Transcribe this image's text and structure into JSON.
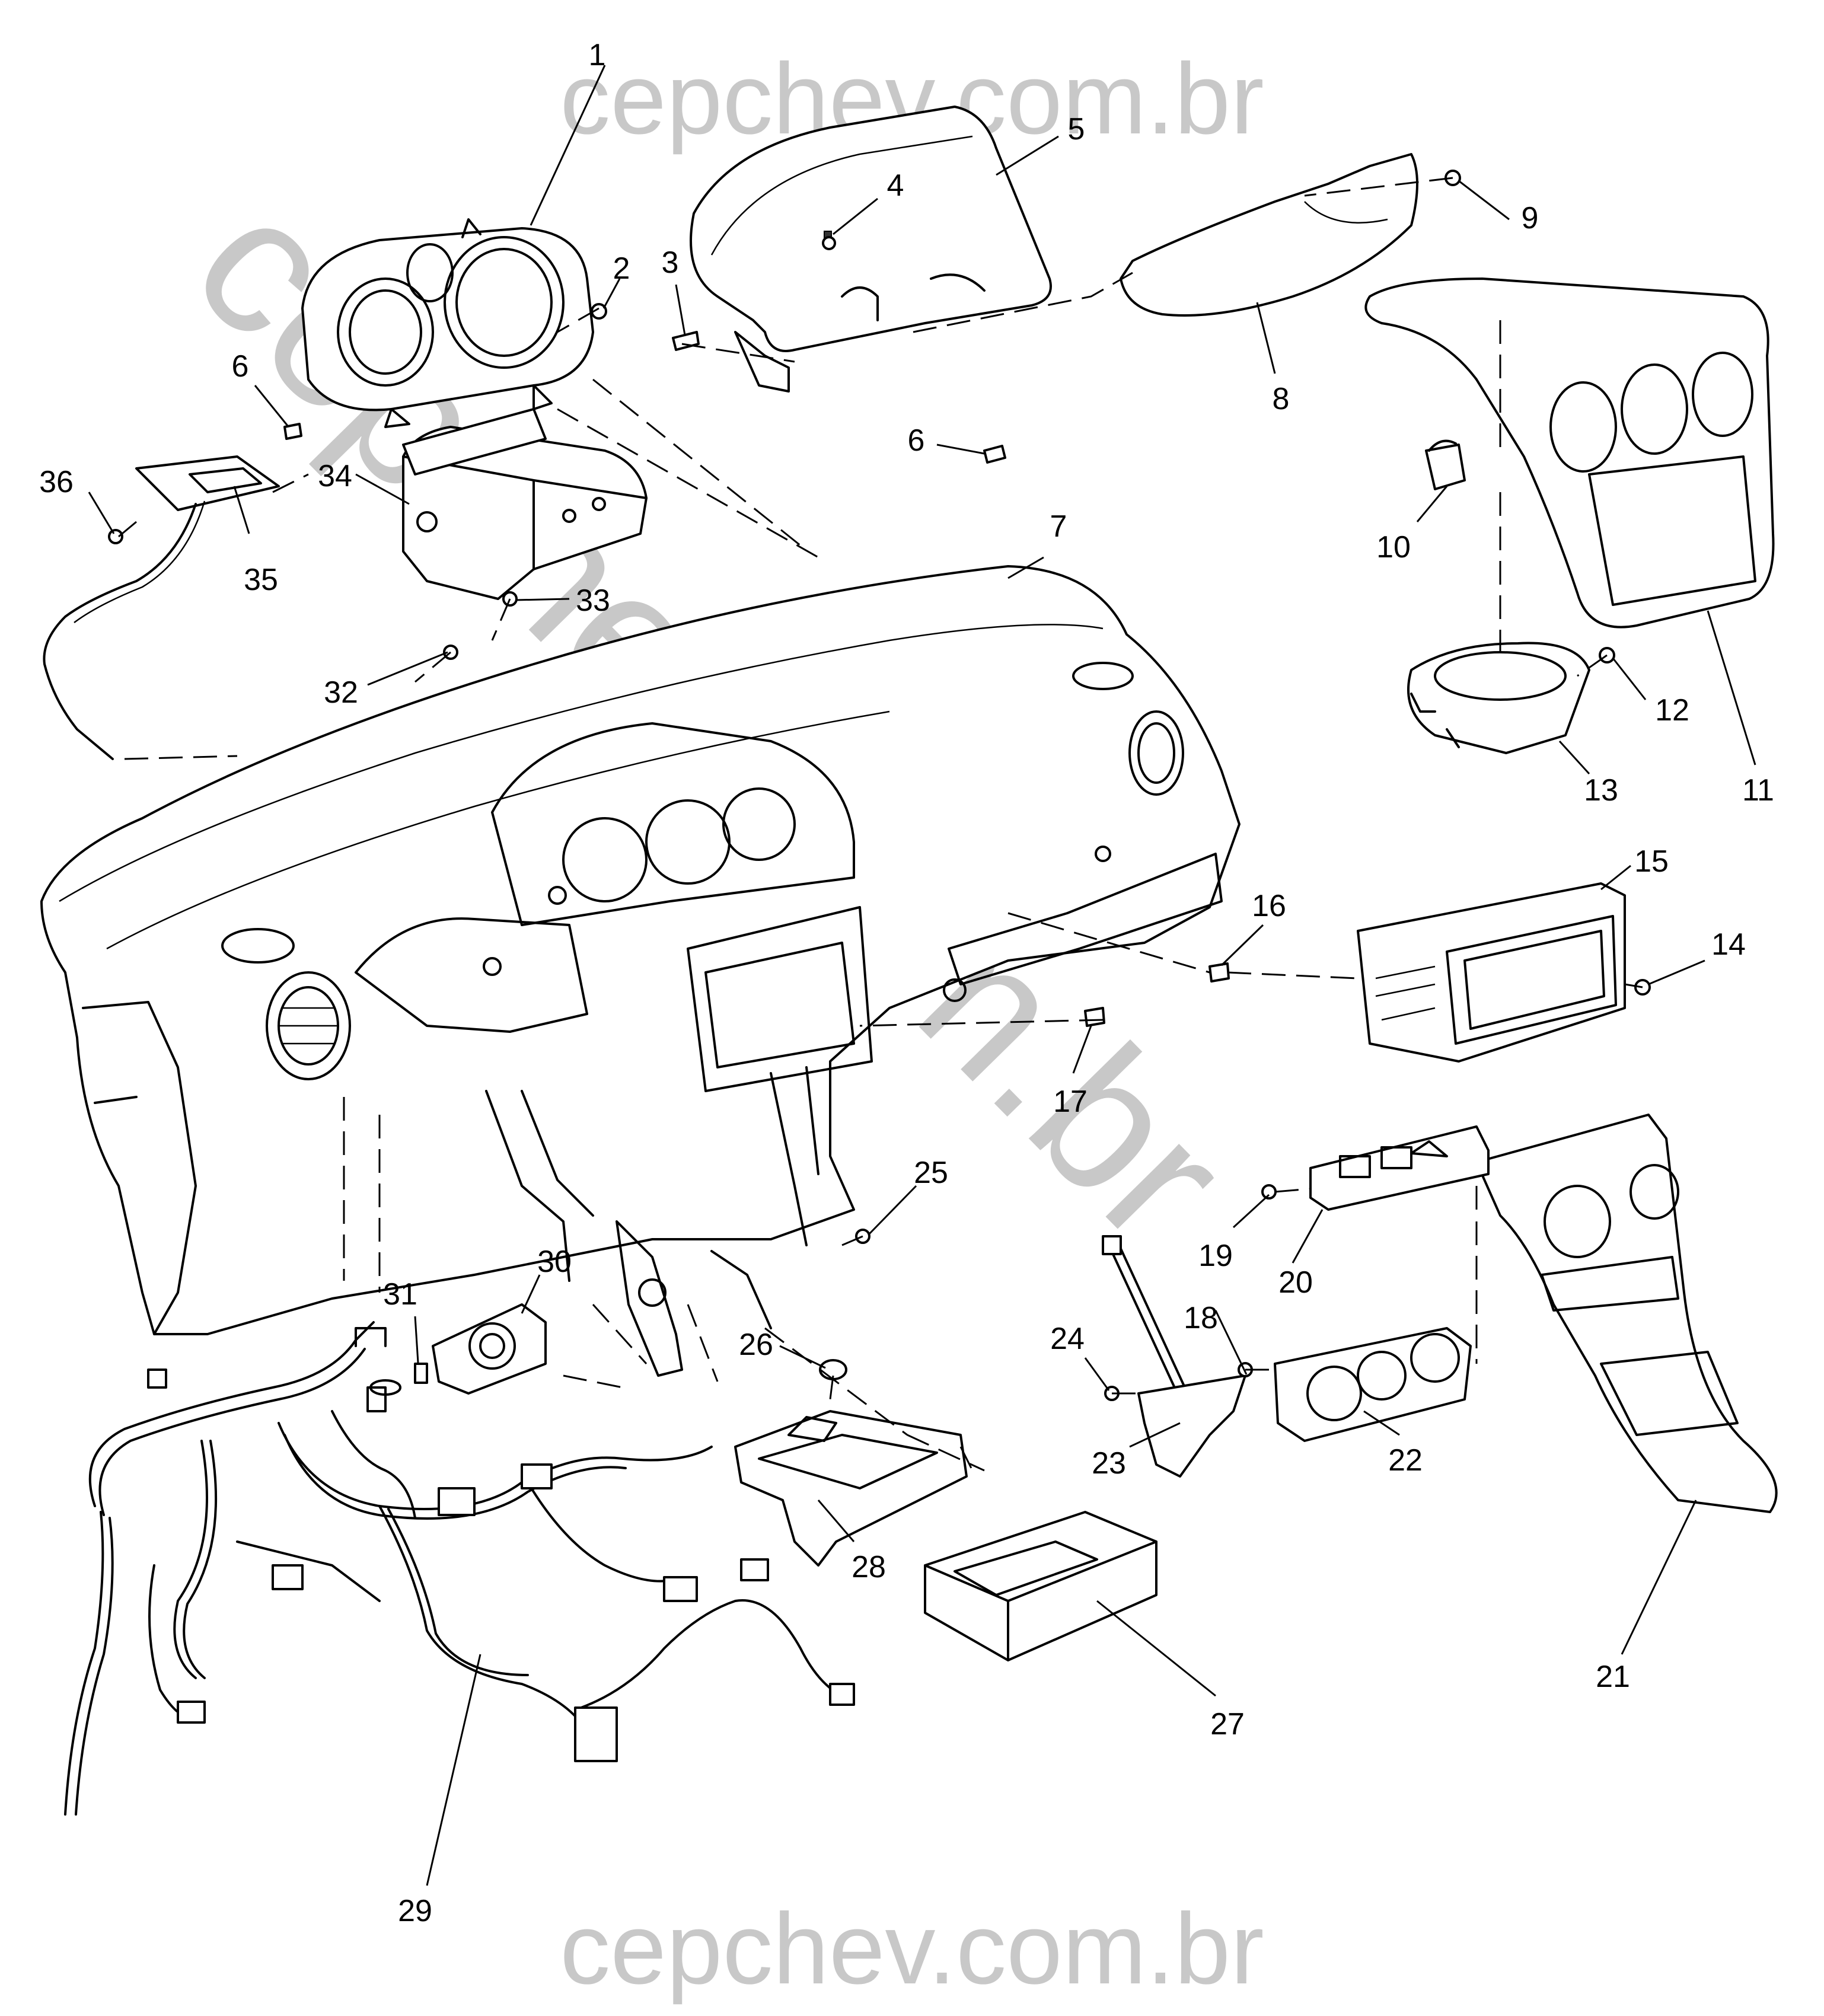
{
  "watermark": {
    "top": "cepchev.com.br",
    "bottom": "cepchev.com.br",
    "diagonal": "cepchev.com.br",
    "color": "#c8c8c8"
  },
  "callouts": [
    "1",
    "2",
    "3",
    "4",
    "5",
    "6",
    "7",
    "8",
    "9",
    "10",
    "11",
    "12",
    "13",
    "14",
    "15",
    "16",
    "17",
    "18",
    "19",
    "20",
    "21",
    "22",
    "23",
    "24",
    "25",
    "26",
    "27",
    "28",
    "29",
    "30",
    "31",
    "32",
    "33",
    "34",
    "35",
    "36"
  ]
}
